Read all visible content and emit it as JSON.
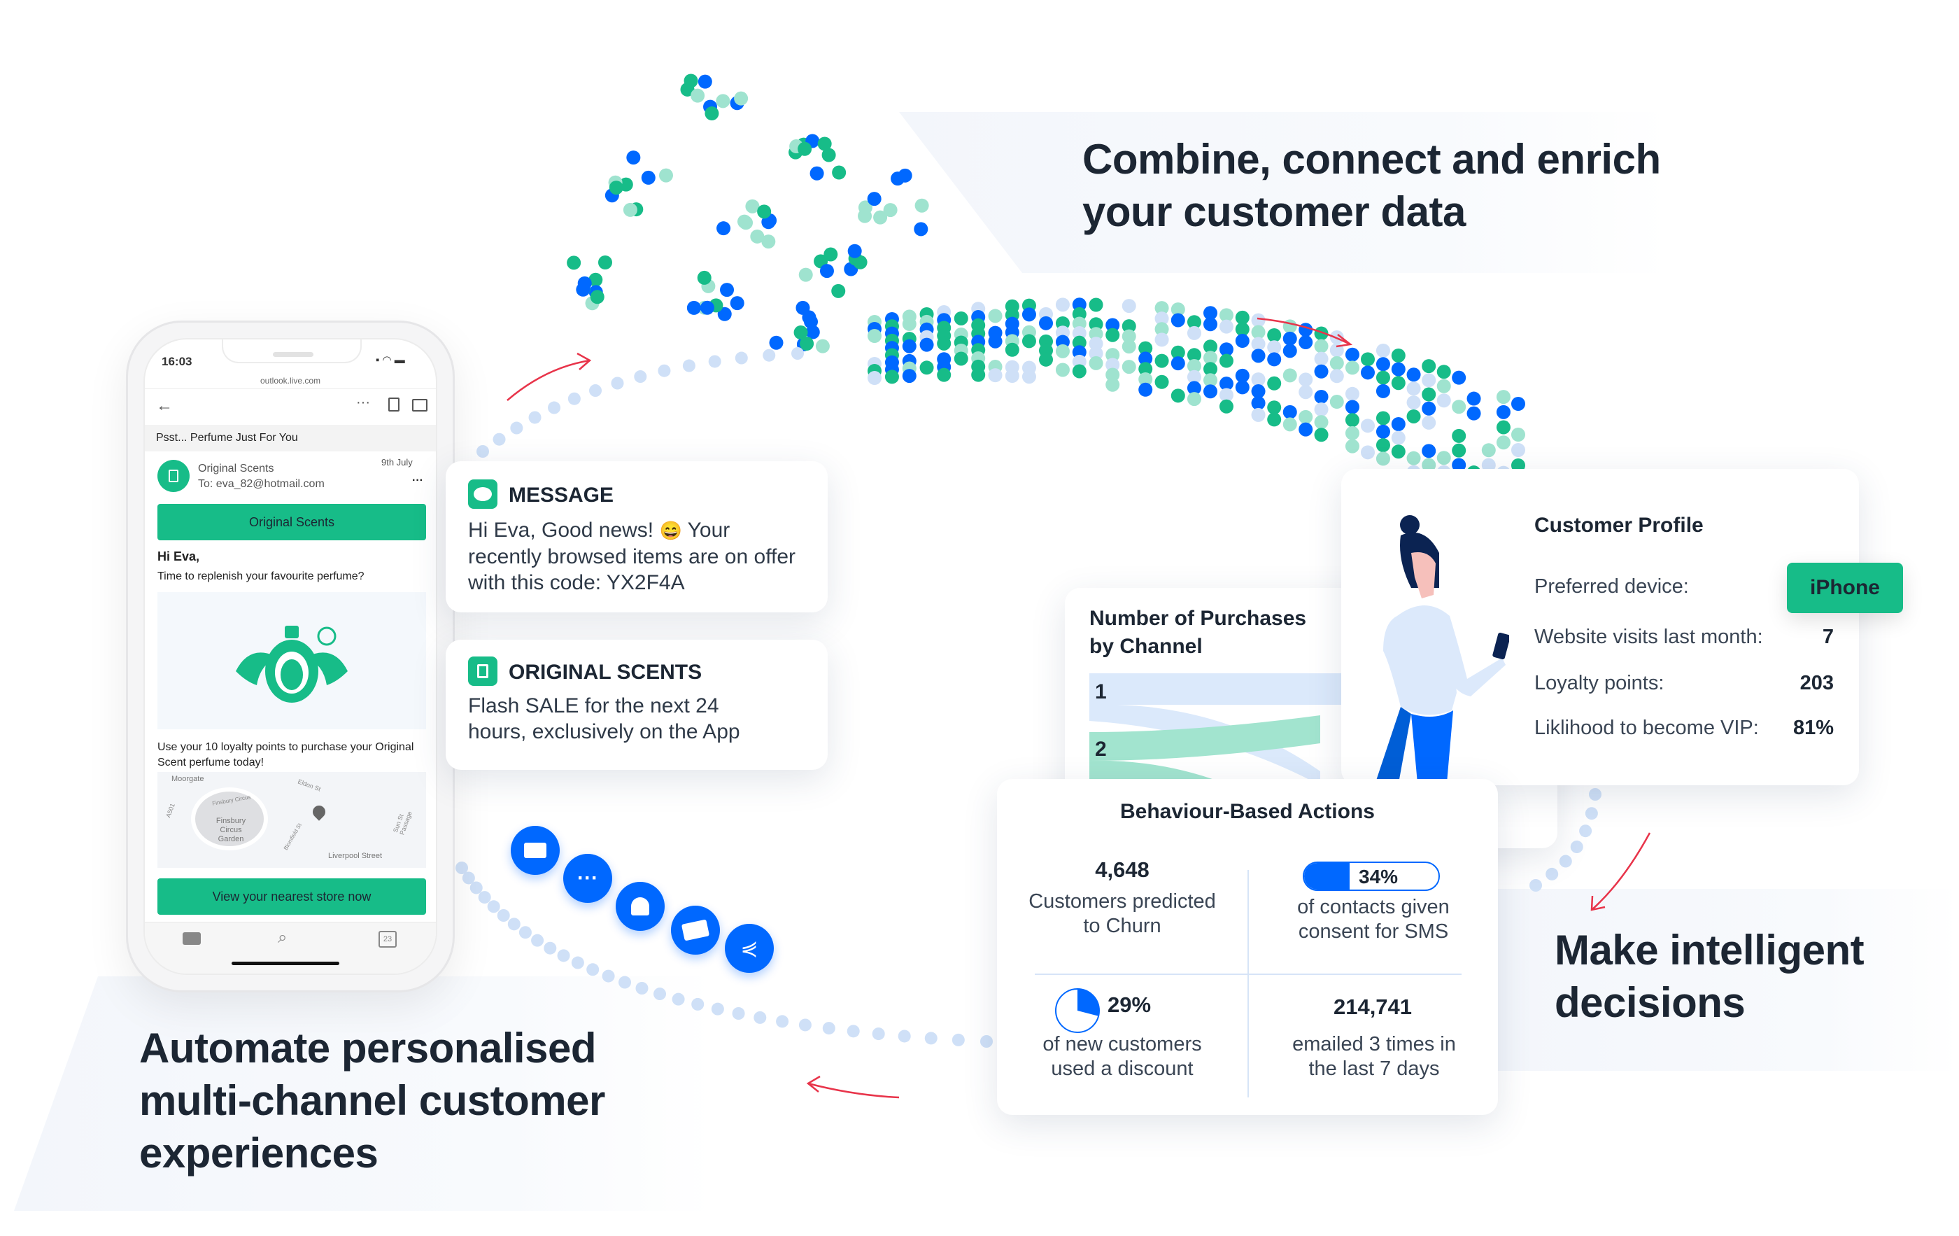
{
  "headlines": {
    "combine": [
      "Combine, connect and enrich",
      "your customer data"
    ],
    "decisions": [
      "Make intelligent",
      "decisions"
    ],
    "automate": [
      "Automate personalised",
      "multi-channel customer",
      "experiences"
    ]
  },
  "phone": {
    "time": "16:03",
    "url": "outlook.live.com",
    "subject": "Psst... Perfume Just For You",
    "sender": "Original Scents",
    "to": "To: eva_82@hotmail.com",
    "date": "9th July",
    "banner": "Original Scents",
    "greeting": "Hi Eva,",
    "intro": "Time to replenish your favourite perfume?",
    "loyalty_text": "Use your 10 loyalty points to purchase your Original Scent perfume today!",
    "map_labels": {
      "station1": "Moorgate",
      "park": "Finsbury Circus Garden",
      "station2": "Liverpool Street",
      "road1": "A501",
      "road2": "Eldon St",
      "road3": "Sun St Passage",
      "road4": "Finsbury Circus",
      "road5": "Blomfield St"
    },
    "cta": "View your nearest store now",
    "calendar_day": "23"
  },
  "message_card": {
    "title": "MESSAGE",
    "body_before": "Hi Eva, Good news! ",
    "emoji": "😄",
    "body_after": " Your recently browsed items are on offer with this code: YX2F4A"
  },
  "scents_card": {
    "title": "ORIGINAL SCENTS",
    "body": "Flash SALE for the next 24 hours, exclusively on the App"
  },
  "purchases_card": {
    "title": "Number of Purchases by Channel",
    "rows": [
      "1",
      "2"
    ]
  },
  "profile_card": {
    "title": "Customer Profile",
    "rows": [
      {
        "label": "Preferred device:",
        "value": "iPhone"
      },
      {
        "label": "Website visits last month:",
        "value": "7"
      },
      {
        "label": "Loyalty points:",
        "value": "203"
      },
      {
        "label": "Liklihood to become VIP:",
        "value": "81%"
      }
    ]
  },
  "behaviour_card": {
    "title": "Behaviour-Based Actions",
    "churn": {
      "value": "4,648",
      "label": "Customers predicted to Churn"
    },
    "sms": {
      "value": "34%",
      "fraction": 0.34,
      "label": "of contacts given consent for SMS"
    },
    "discount": {
      "value": "29%",
      "fraction": 0.29,
      "label": "of new customers used a discount"
    },
    "emailed": {
      "value": "214,741",
      "label": "emailed 3 times in the last 7 days"
    }
  },
  "channels": [
    "email-icon",
    "chat-icon",
    "bell-icon",
    "card-icon",
    "share-icon"
  ],
  "colors": {
    "green": "#17bc88",
    "blue": "#0068ff",
    "light_blue": "#cfe0f7",
    "mint": "#9fe3cf",
    "dark": "#1c2633",
    "red": "#e8344a"
  }
}
